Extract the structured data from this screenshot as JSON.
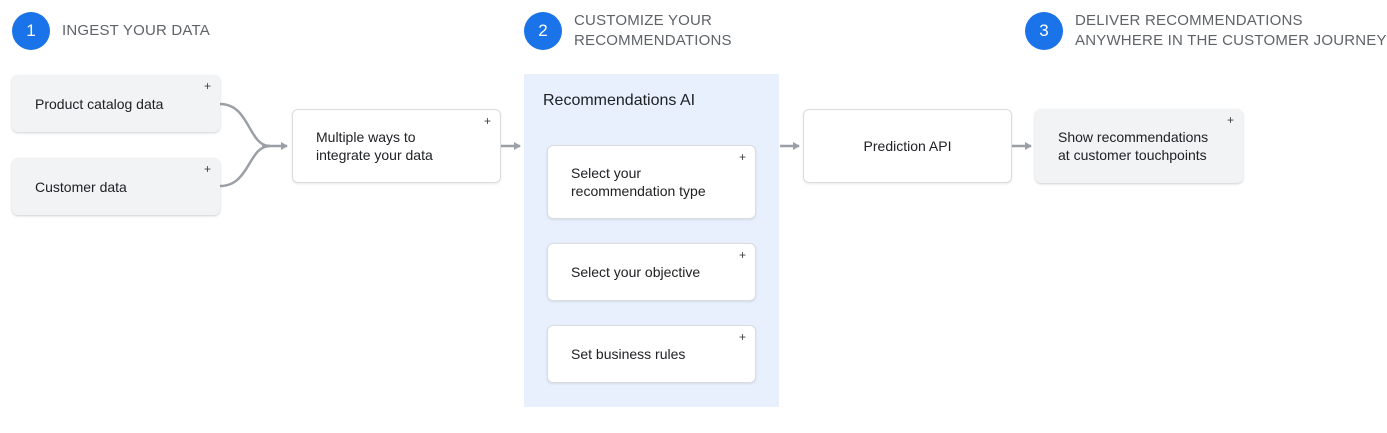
{
  "steps": [
    {
      "number": "1",
      "title_lines": [
        "INGEST YOUR DATA"
      ]
    },
    {
      "number": "2",
      "title_lines": [
        "CUSTOMIZE YOUR",
        "RECOMMENDATIONS"
      ]
    },
    {
      "number": "3",
      "title_lines": [
        "DELIVER RECOMMENDATIONS",
        "ANYWHERE IN THE CUSTOMER JOURNEY"
      ]
    }
  ],
  "ingest": {
    "product_catalog": "Product catalog data",
    "customer_data": "Customer data",
    "integrate_lines": [
      "Multiple ways to",
      "integrate your data"
    ]
  },
  "customize": {
    "panel_title": "Recommendations AI",
    "type_lines": [
      "Select your",
      "recommendation type"
    ],
    "objective": "Select your objective",
    "rules": "Set business rules"
  },
  "deliver": {
    "prediction_api": "Prediction API",
    "show_lines": [
      "Show recommendations",
      "at customer touchpoints"
    ]
  },
  "expand_symbol": "+",
  "colors": {
    "accent": "#1a73e8",
    "panel_background": "#e8f0fe",
    "connector": "#9aa0a6"
  }
}
